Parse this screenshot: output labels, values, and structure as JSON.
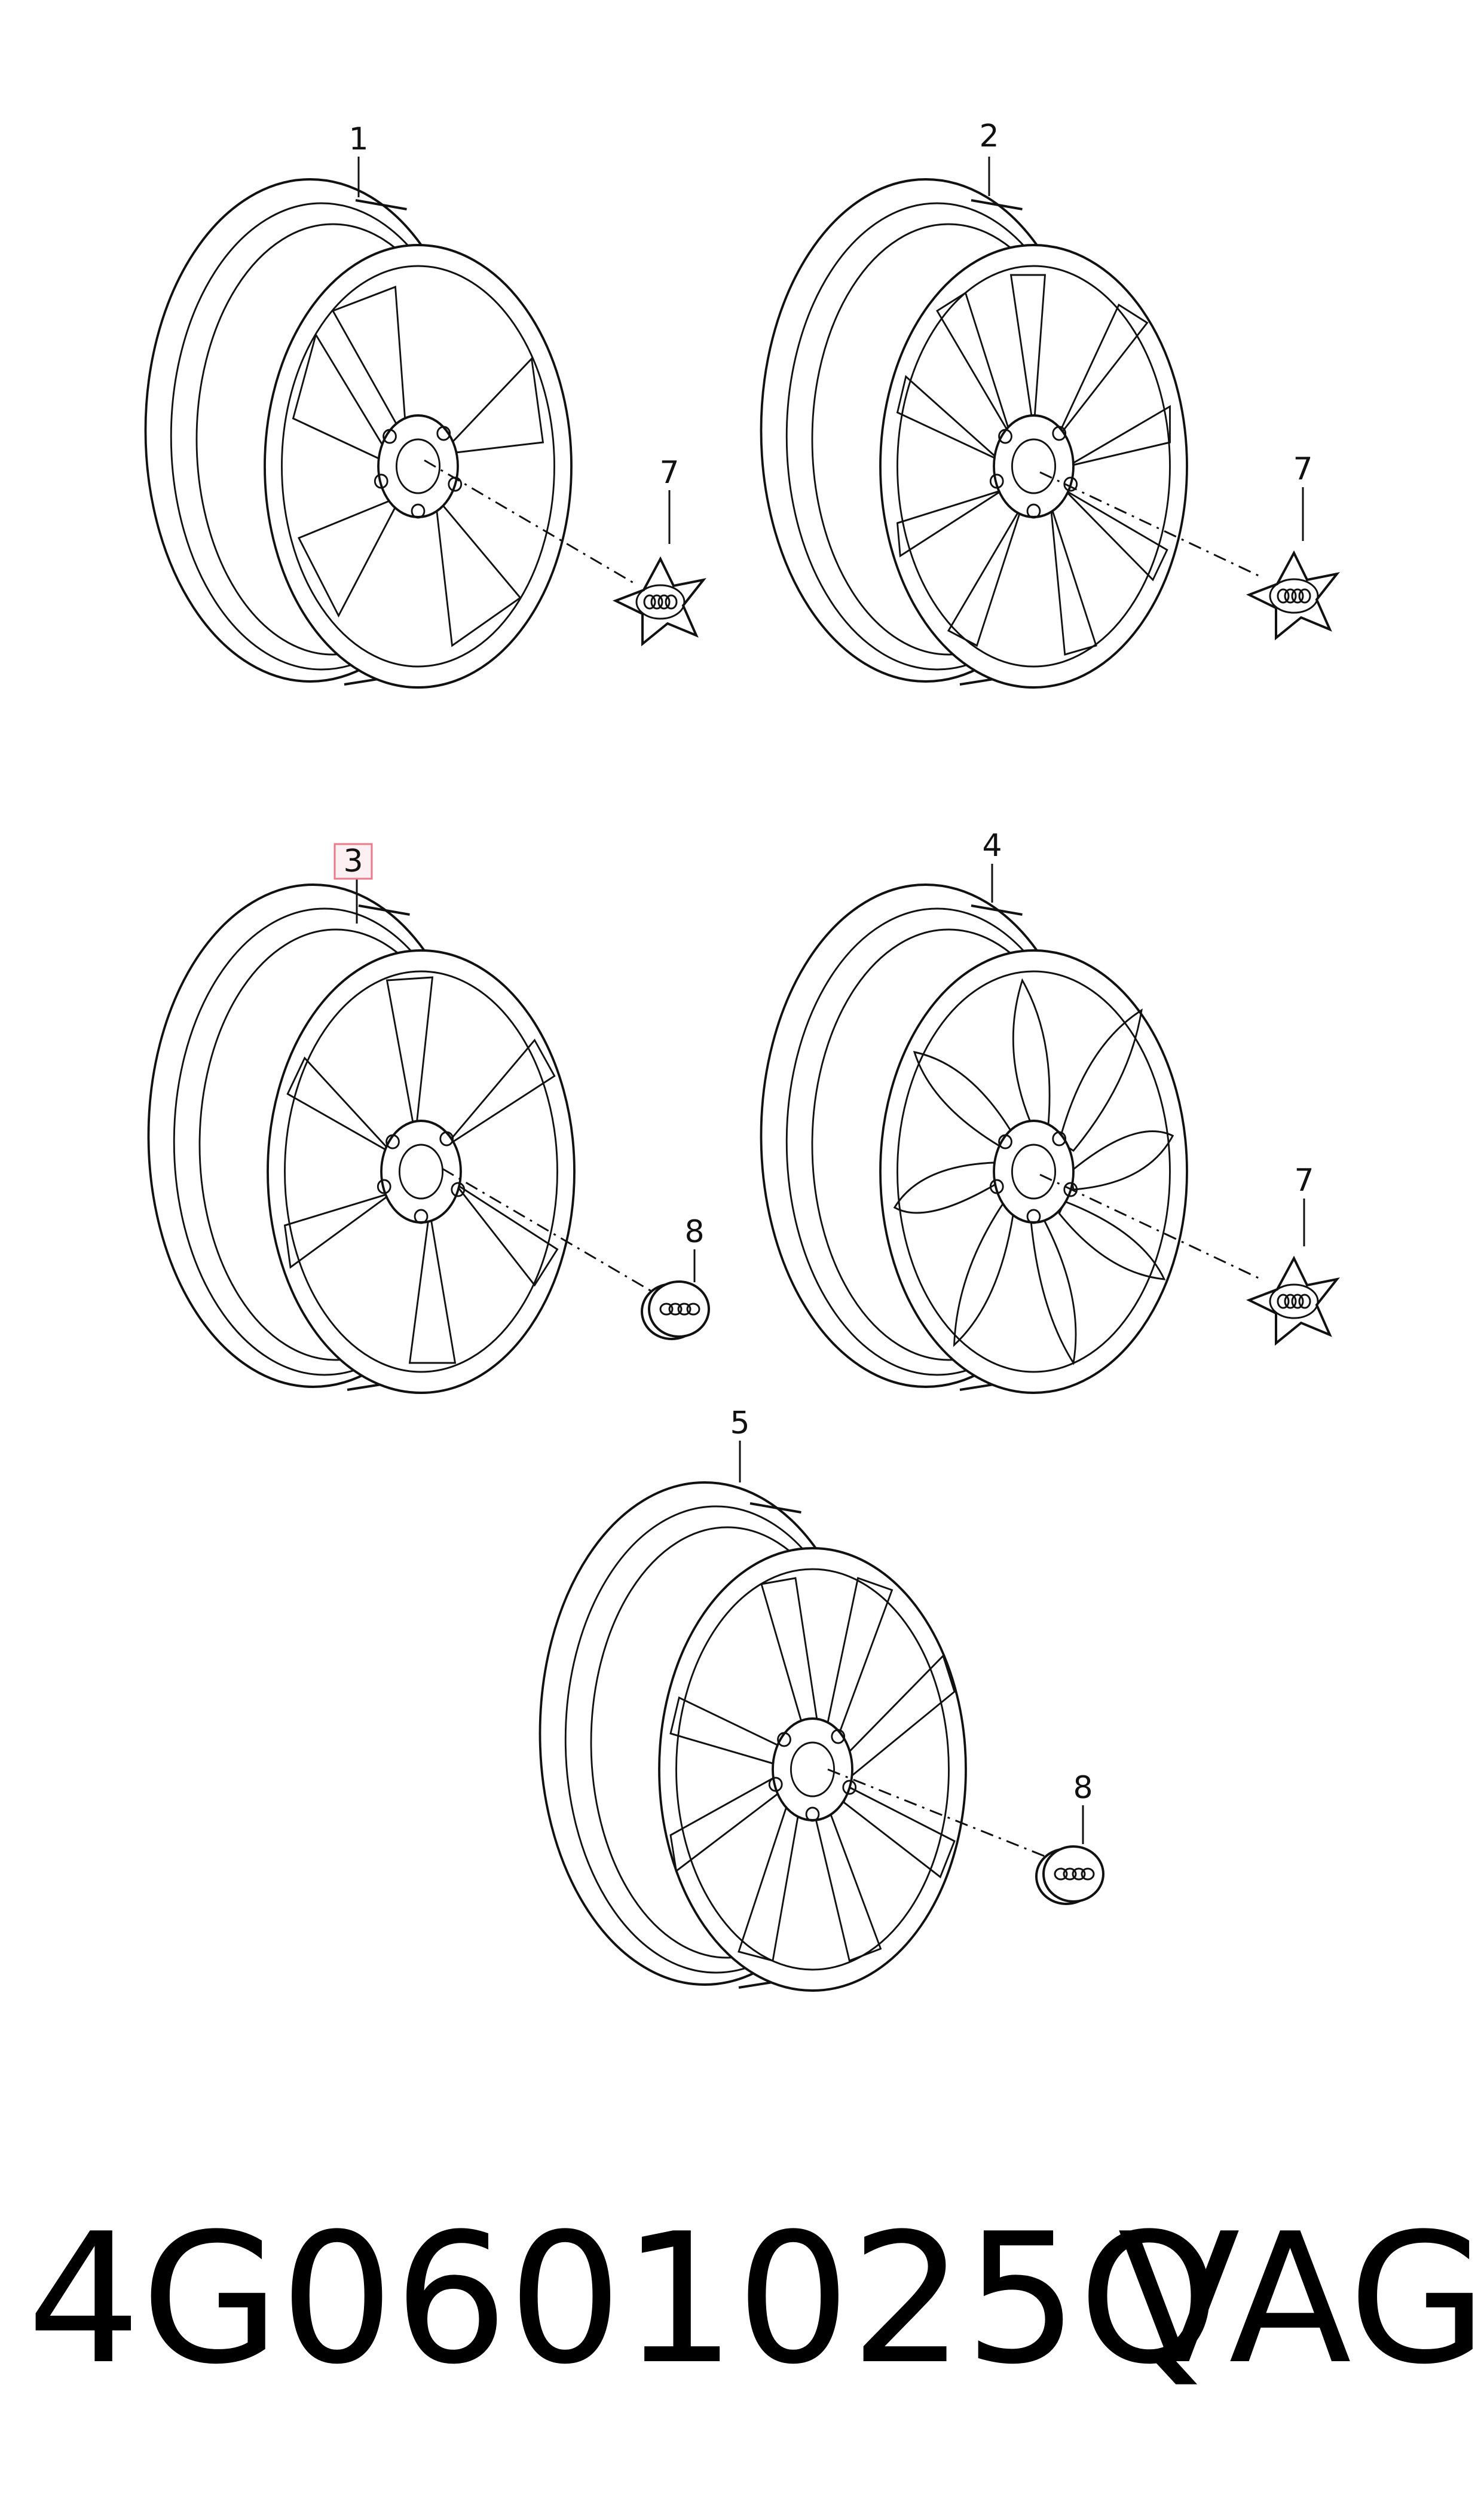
{
  "callouts": {
    "wheel_1": "1",
    "wheel_2": "2",
    "wheel_3": "3",
    "wheel_4": "4",
    "wheel_5": "5",
    "cap_7a": "7",
    "cap_7b": "7",
    "cap_7c": "7",
    "cap_8a": "8",
    "cap_8b": "8"
  },
  "highlight_color": "#e87a8a",
  "footer": {
    "part_number": "4G0601025Q",
    "brand": "VAG"
  }
}
